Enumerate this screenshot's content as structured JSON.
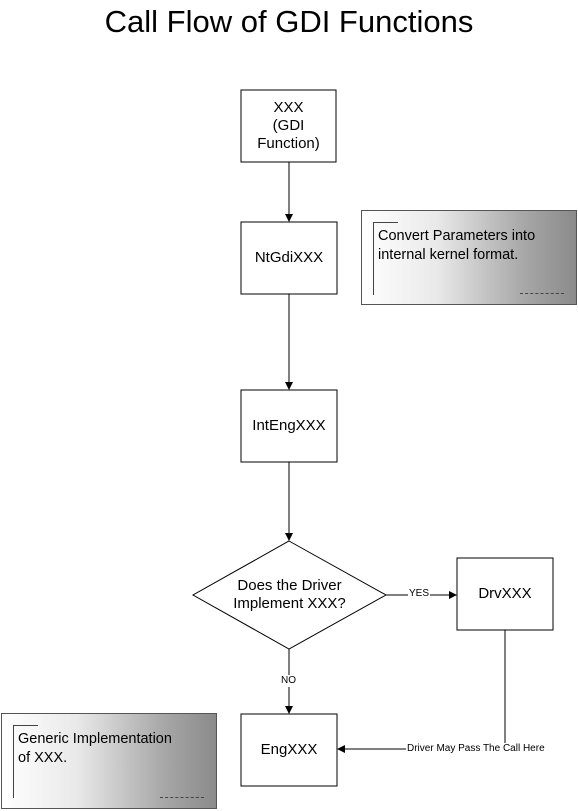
{
  "title": "Call Flow of GDI Functions",
  "nodes": {
    "xxx": "XXX\n(GDI\nFunction)",
    "ntgdi": "NtGdiXXX",
    "inteng": "IntEngXXX",
    "decision": "Does the Driver\nImplement XXX?",
    "drv": "DrvXXX",
    "eng": "EngXXX"
  },
  "edge_labels": {
    "yes": "YES",
    "no": "NO",
    "driver_pass": "Driver May Pass The Call Here"
  },
  "notes": {
    "convert": "Convert Parameters into\ninternal kernel format.",
    "generic": "Generic Implementation\nof XXX."
  }
}
